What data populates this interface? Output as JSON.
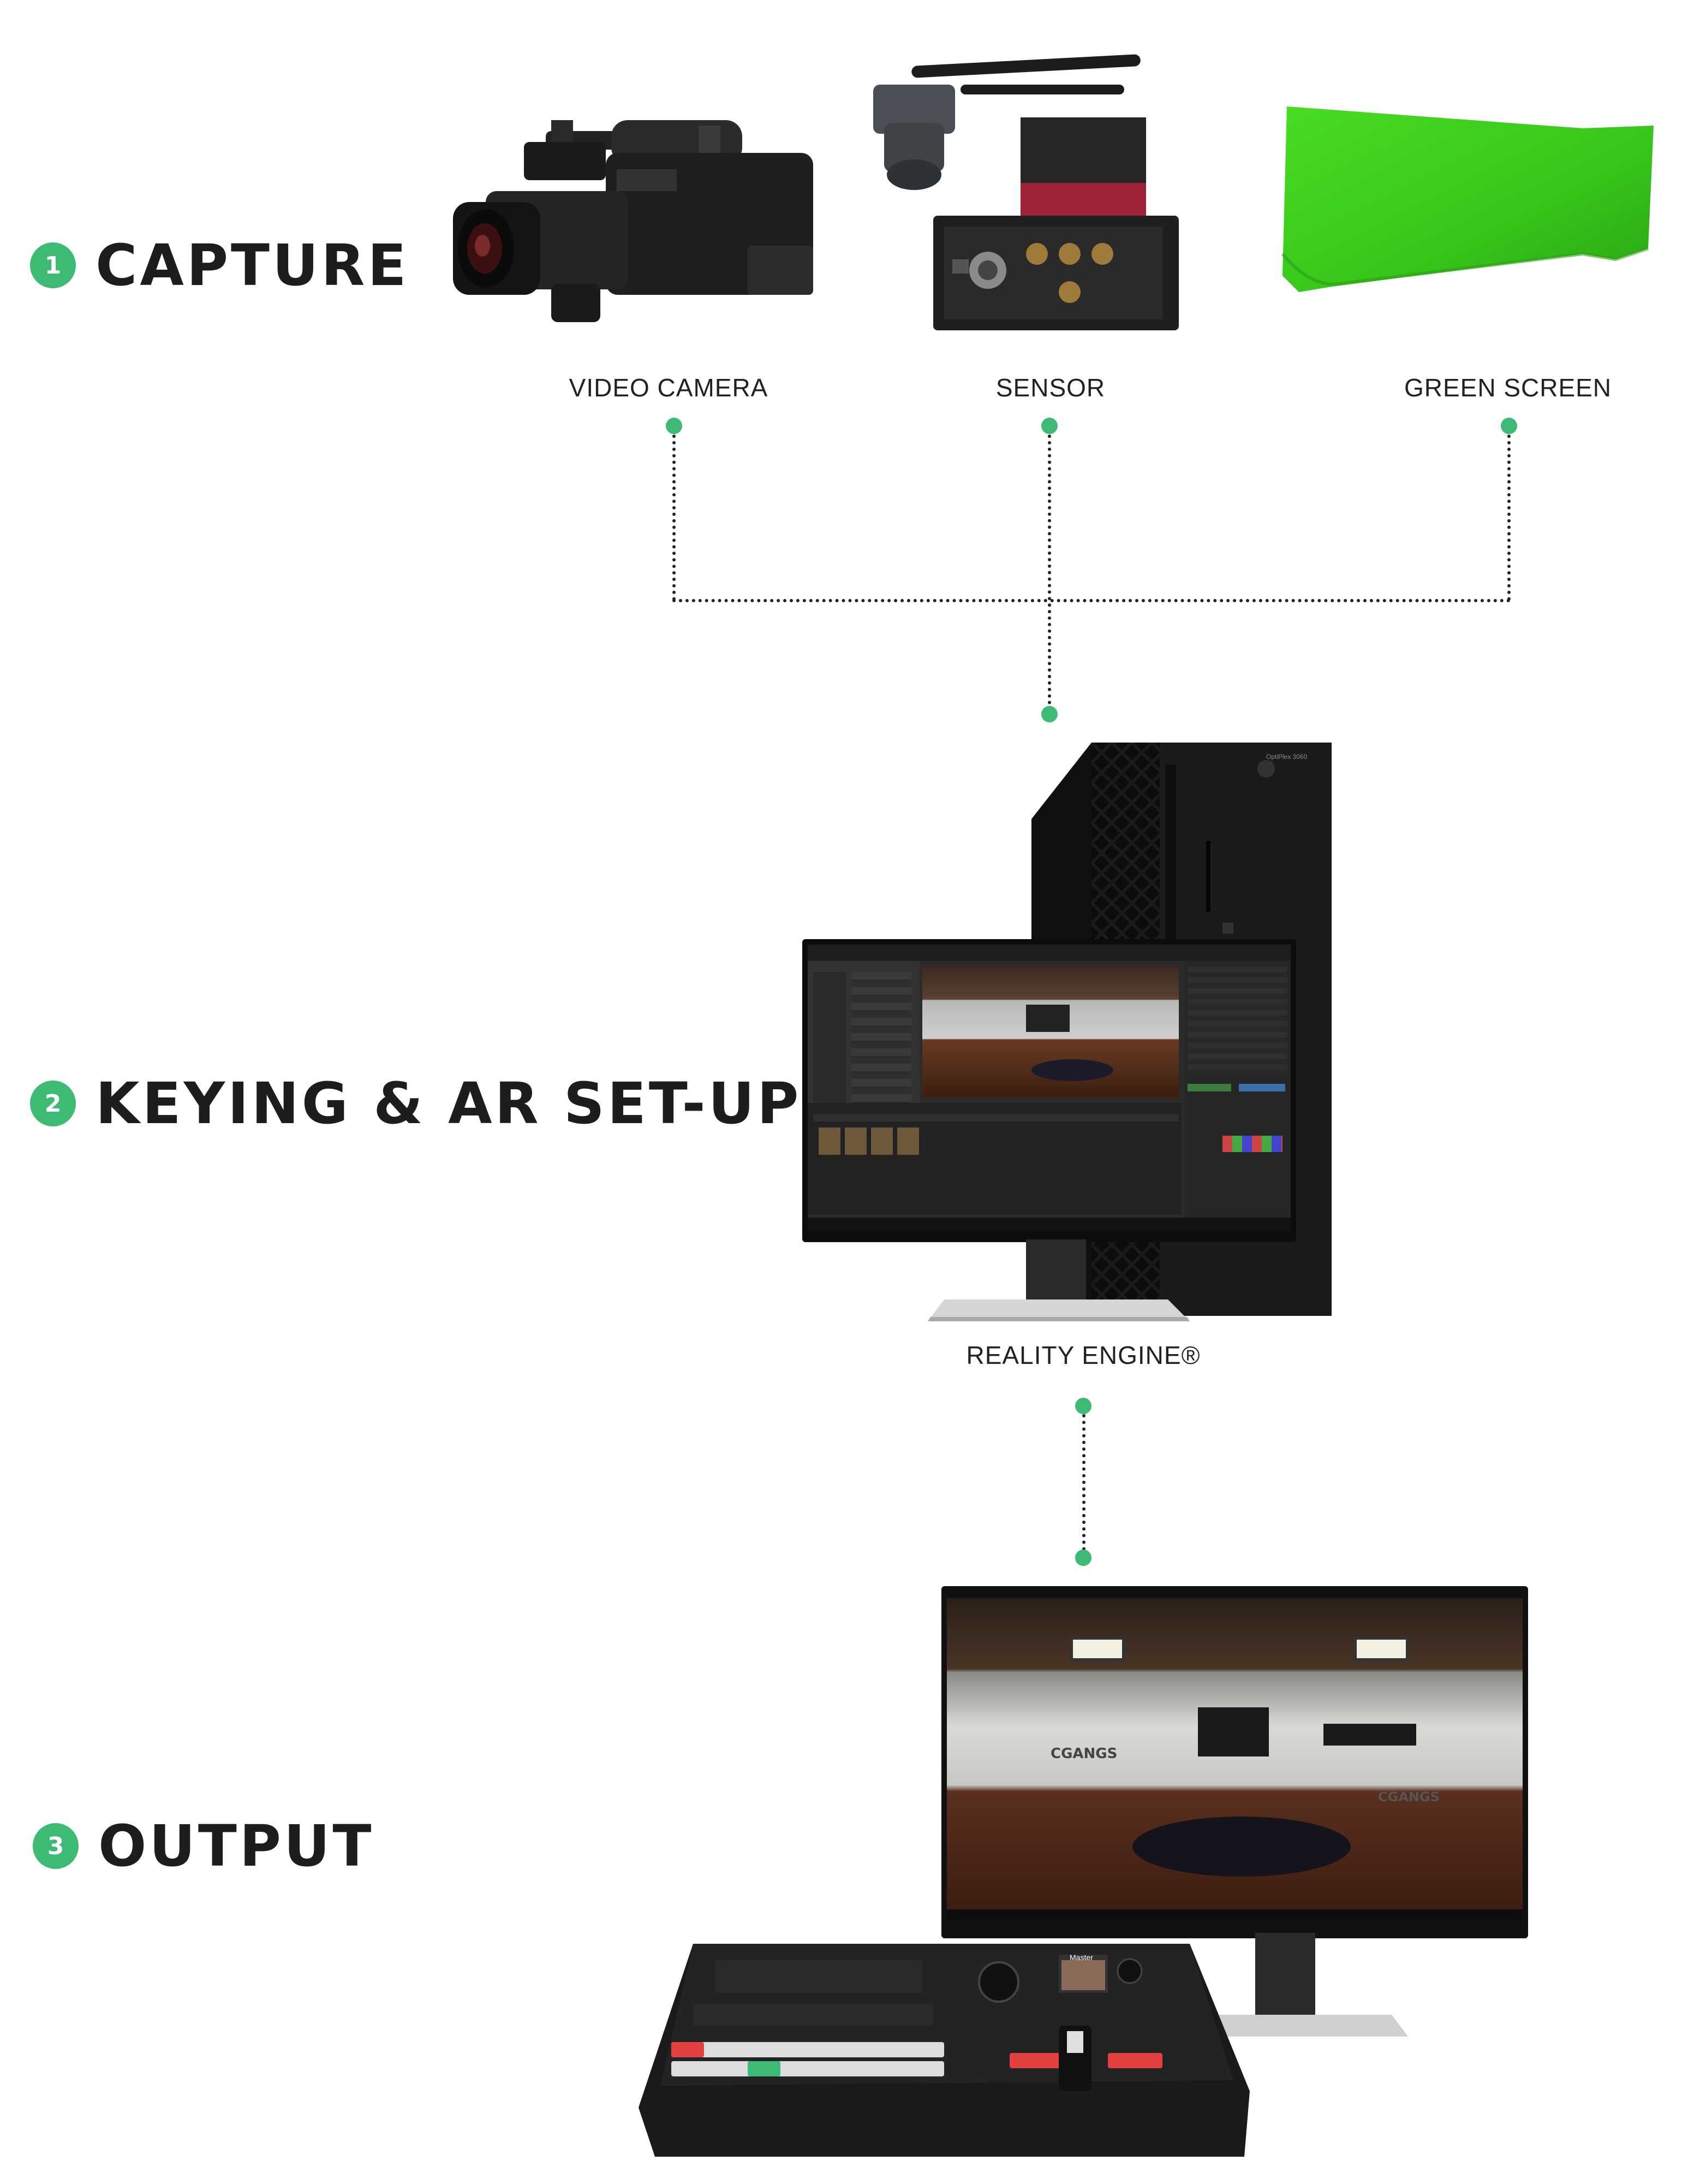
{
  "steps": [
    {
      "number": "1",
      "label": "CAPTURE"
    },
    {
      "number": "2",
      "label": "KEYING & AR SET-UP"
    },
    {
      "number": "3",
      "label": "OUTPUT"
    }
  ],
  "capture_devices": [
    {
      "label": "VIDEO CAMERA",
      "icon": "video-camera-icon"
    },
    {
      "label": "SENSOR",
      "icon": "camera-tracking-sensor-icon"
    },
    {
      "label": "GREEN SCREEN",
      "icon": "green-screen-icon"
    }
  ],
  "engine": {
    "label": "REALITY ENGINE®",
    "device_text": "OptiPlex 3060"
  },
  "output": {
    "screen_brand_left": "CGANGS",
    "screen_brand_right": "CGANGS",
    "switcher_display": "Master"
  },
  "colors": {
    "accent": "#3dba73",
    "green_screen": "#3cd21e",
    "text": "#1d1d1d"
  }
}
